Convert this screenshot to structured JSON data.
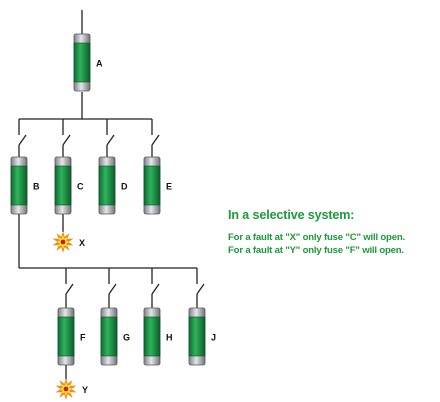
{
  "caption": {
    "heading": "In a selective system:",
    "lines": [
      "For a fault at \"X\" only fuse \"C\" will open.",
      "For a fault at \"Y\" only fuse \"F\" will open."
    ]
  },
  "fuses": {
    "A": "A",
    "B": "B",
    "C": "C",
    "D": "D",
    "E": "E",
    "F": "F",
    "G": "G",
    "H": "H",
    "J": "J"
  },
  "faults": {
    "X": "X",
    "Y": "Y"
  },
  "colors": {
    "fuse_body": "#1b9a49",
    "fuse_cap": "#a9adb2",
    "wire": "#222222",
    "caption": "#1c9a3b",
    "fault_outer": "#f08a1c",
    "fault_inner": "#ffe23a",
    "fault_core": "#b4261c"
  },
  "icons": {
    "fault": "explosion-icon",
    "switch": "disconnect-switch-icon",
    "fuse": "cartridge-fuse-icon"
  }
}
